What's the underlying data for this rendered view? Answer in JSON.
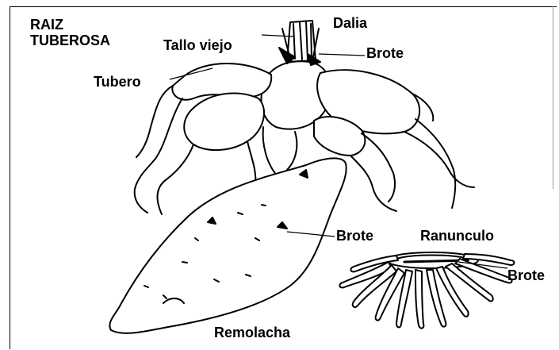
{
  "diagram": {
    "title_line1": "RAIZ",
    "title_line2": "TUBEROSA",
    "labels": {
      "dalia": "Dalia",
      "tallo_viejo": "Tallo viejo",
      "brote_dalia": "Brote",
      "tubero": "Tubero",
      "brote_remolacha": "Brote",
      "ranunculo": "Ranunculo",
      "brote_ranunculo": "Brote",
      "remolacha": "Remolacha"
    }
  }
}
